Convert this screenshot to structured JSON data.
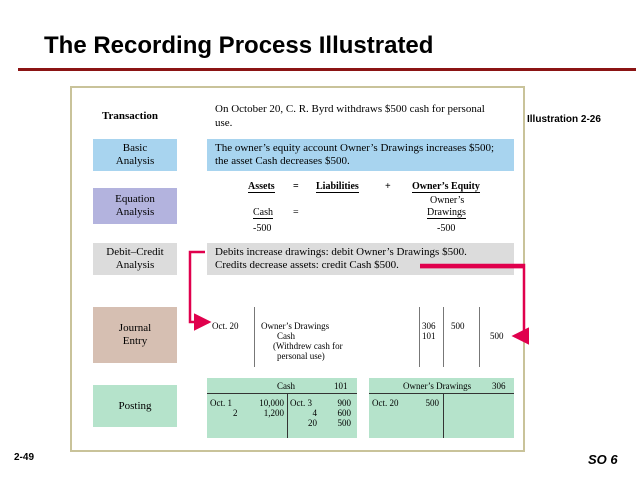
{
  "slide": {
    "title": "The Recording Process Illustrated",
    "illustration_label": "Illustration 2-26",
    "slide_number": "2-49",
    "study_objective": "SO 6"
  },
  "transaction": {
    "header": "Transaction",
    "text": "On October 20, C. R. Byrd withdraws $500 cash for personal use."
  },
  "basic_analysis": {
    "label": "Basic Analysis",
    "text": "The owner’s equity account Owner’s Drawings increases $500; the asset Cash decreases $500."
  },
  "equation_analysis": {
    "label": "Equation Analysis",
    "assets": "Assets",
    "equals": "=",
    "liabilities": "Liabilities",
    "plus": "+",
    "owners_equity": "Owner’s Equity",
    "cash": "Cash",
    "cash_equals": "=",
    "owners": "Owner’s",
    "drawings": "Drawings",
    "cash_amount": "-500",
    "drawings_amount": "-500"
  },
  "debit_credit": {
    "label": "Debit–Credit Analysis",
    "line1": "Debits increase drawings: debit Owner’s Drawings $500.",
    "line2": "Credits decrease assets: credit Cash $500."
  },
  "journal": {
    "label": "Journal Entry",
    "date": "Oct. 20",
    "debit_account": "Owner’s Drawings",
    "credit_account": "Cash",
    "explanation1": "(Withdrew cash for",
    "explanation2": "personal use)",
    "ref_debit": "306",
    "ref_credit": "101",
    "debit_amount": "500",
    "credit_amount": "500"
  },
  "posting": {
    "label": "Posting",
    "cash": {
      "title": "Cash",
      "number": "101",
      "left_dates": [
        "Oct. 1",
        "2"
      ],
      "left_amounts": [
        "10,000",
        "1,200"
      ],
      "right_dates": [
        "Oct. 3",
        "4",
        "20"
      ],
      "right_amounts": [
        "900",
        "600",
        "500"
      ]
    },
    "drawings": {
      "title": "Owner’s Drawings",
      "number": "306",
      "left_date": "Oct. 20",
      "left_amount": "500"
    }
  },
  "colors": {
    "title_rule": "#8b1414",
    "arrow": "#e0004d",
    "panel_border": "#c9c39a",
    "blue": "#a8d4ef",
    "purple": "#b3b3de",
    "gray": "#dcdcdc",
    "tan": "#d6bfb2",
    "green": "#b5e3cb"
  }
}
